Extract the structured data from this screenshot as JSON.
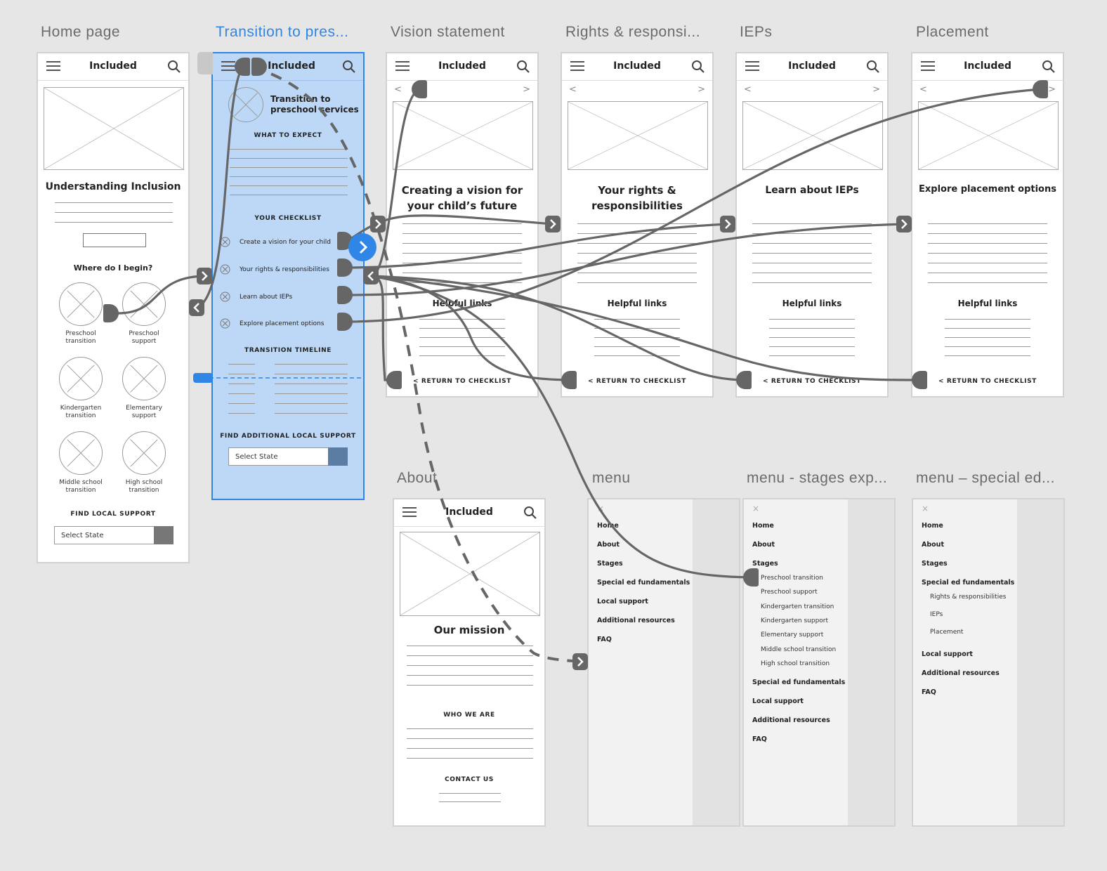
{
  "artboards": [
    {
      "id": "home",
      "title": "Home page"
    },
    {
      "id": "transition",
      "title": "Transition to pres..."
    },
    {
      "id": "vision",
      "title": "Vision statement"
    },
    {
      "id": "rights",
      "title": "Rights & responsi..."
    },
    {
      "id": "ieps",
      "title": "IEPs"
    },
    {
      "id": "placement",
      "title": "Placement"
    },
    {
      "id": "about",
      "title": "About"
    },
    {
      "id": "menu",
      "title": "menu"
    },
    {
      "id": "menu_stages",
      "title": "menu - stages exp..."
    },
    {
      "id": "menu_special",
      "title": "menu – special ed..."
    }
  ],
  "brand": "Included",
  "home": {
    "heading": "Understanding Inclusion",
    "where": "Where do I begin?",
    "cards": [
      "Preschool\ntransition",
      "Preschool\nsupport",
      "Kindergarten\ntransition",
      "Elementary\nsupport",
      "Middle school\ntransition",
      "High school\ntransition"
    ],
    "find": "FIND LOCAL SUPPORT",
    "select": "Select State"
  },
  "transition": {
    "title": "Transition to\npreschool services",
    "expect": "WHAT TO EXPECT",
    "checklist": "YOUR CHECKLIST",
    "items": [
      "Create a vision for your child",
      "Your rights & responsibilities",
      "Learn about IEPs",
      "Explore placement options"
    ],
    "timeline": "TRANSITION TIMELINE",
    "find": "FIND ADDITIONAL LOCAL SUPPORT",
    "select": "Select State"
  },
  "detail_pages": {
    "vision": {
      "heading": "Creating a vision for\nyour child’s future"
    },
    "rights": {
      "heading": "Your rights &\nresponsibilities"
    },
    "ieps": {
      "heading": "Learn about IEPs"
    },
    "placement": {
      "heading": "Explore placement options"
    },
    "helpful": "Helpful links",
    "return": "< RETURN TO CHECKLIST",
    "carousel_prev": "<",
    "carousel_next": ">"
  },
  "about": {
    "heading": "Our mission",
    "who": "WHO WE ARE",
    "contact": "CONTACT US"
  },
  "menu": {
    "close": "×",
    "items": [
      "Home",
      "About",
      "Stages",
      "Special ed fundamentals",
      "Local support",
      "Additional resources",
      "FAQ"
    ],
    "stages_sub": [
      "Preschool transition",
      "Preschool support",
      "Kindergarten transition",
      "Kindergarten support",
      "Elementary support",
      "Middle school transition",
      "High school transition"
    ],
    "special_sub": [
      "Rights & responsibilities",
      "IEPs",
      "Placement"
    ]
  },
  "colors": {
    "canvas": "#e6e6e6",
    "selection": "#2f86e6",
    "selected_fill": "#bcd8f6",
    "wire": "#666666"
  }
}
